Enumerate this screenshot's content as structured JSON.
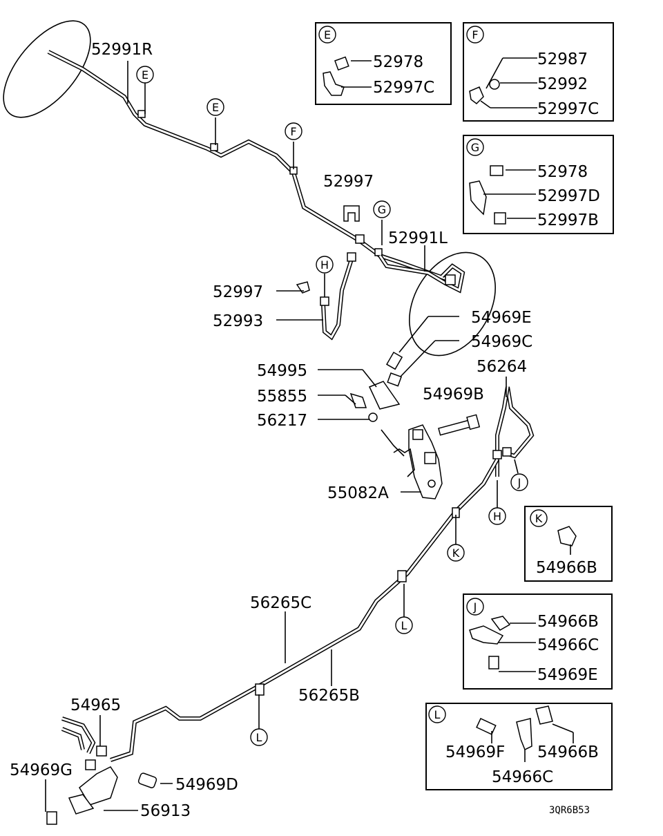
{
  "main_labels": {
    "p52991R": "52991R",
    "p52997_top": "52997",
    "p52991L": "52991L",
    "p52997_left": "52997",
    "p52993": "52993",
    "p54969E": "54969E",
    "p54969C": "54969C",
    "p54995": "54995",
    "p55855": "55855",
    "p56217": "56217",
    "p56264": "56264",
    "p54969B": "54969B",
    "p55082A": "55082A",
    "p56265C": "56265C",
    "p56265B": "56265B",
    "p54965": "54965",
    "p54969G": "54969G",
    "p54969D": "54969D",
    "p56913": "56913"
  },
  "callouts": {
    "E1": "E",
    "E2": "E",
    "F": "F",
    "G": "G",
    "H1": "H",
    "H2": "H",
    "J": "J",
    "K": "K",
    "L1": "L",
    "L2": "L"
  },
  "detail_boxes": {
    "E": {
      "letter": "E",
      "parts": [
        "52978",
        "52997C"
      ]
    },
    "F": {
      "letter": "F",
      "parts": [
        "52987",
        "52992",
        "52997C"
      ]
    },
    "G": {
      "letter": "G",
      "parts": [
        "52978",
        "52997D",
        "52997B"
      ]
    },
    "K": {
      "letter": "K",
      "parts": [
        "54966B"
      ]
    },
    "J": {
      "letter": "J",
      "parts": [
        "54966B",
        "54966C",
        "54969E"
      ]
    },
    "L": {
      "letter": "L",
      "parts": [
        "54969F",
        "54966B",
        "54966C"
      ]
    }
  },
  "drawing_code": "3QR6B53"
}
